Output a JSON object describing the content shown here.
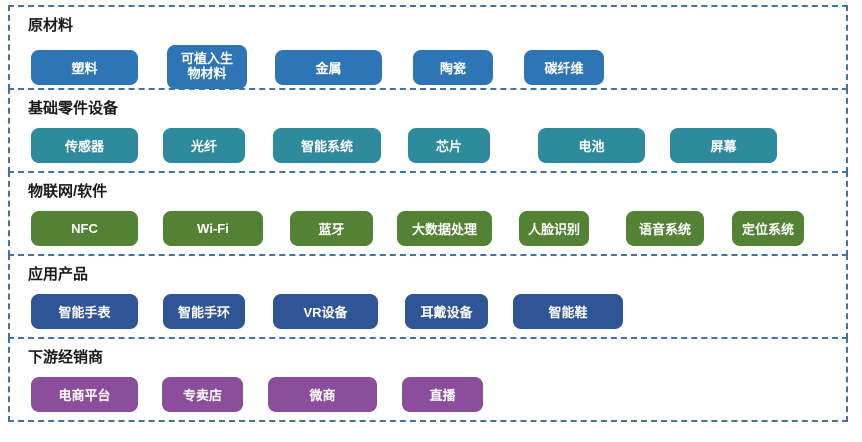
{
  "diagram": {
    "border_color": "#4373A4",
    "title_color": "#1a1a1a",
    "sections": [
      {
        "title": "原材料",
        "color": "#2E75B6",
        "items": [
          "塑料",
          "可植入生物材料",
          "金属",
          "陶瓷",
          "碳纤维"
        ]
      },
      {
        "title": "基础零件设备",
        "color": "#2E8B9D",
        "items": [
          "传感器",
          "光纤",
          "智能系统",
          "芯片",
          "电池",
          "屏幕"
        ]
      },
      {
        "title": "物联网/软件",
        "color": "#548235",
        "items": [
          "NFC",
          "Wi-Fi",
          "蓝牙",
          "大数据处理",
          "人脸识别",
          "语音系统",
          "定位系统"
        ]
      },
      {
        "title": "应用产品",
        "color": "#2F5597",
        "items": [
          "智能手表",
          "智能手环",
          "VR设备",
          "耳戴设备",
          "智能鞋"
        ]
      },
      {
        "title": "下游经销商",
        "color": "#8B4E9C",
        "items": [
          "电商平台",
          "专卖店",
          "微商",
          "直播"
        ]
      }
    ]
  }
}
